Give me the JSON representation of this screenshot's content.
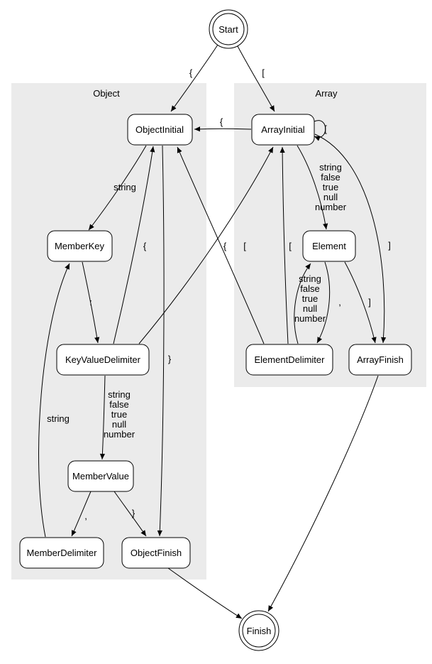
{
  "colors": {
    "background": "#ffffff",
    "cluster_fill": "#ebebeb",
    "node_fill": "#ffffff",
    "stroke": "#000000"
  },
  "clusters": [
    {
      "id": "object",
      "label": "Object"
    },
    {
      "id": "array",
      "label": "Array"
    }
  ],
  "nodes": [
    {
      "id": "start",
      "label": "Start",
      "shape": "doublecircle"
    },
    {
      "id": "object-initial",
      "label": "ObjectInitial",
      "shape": "box"
    },
    {
      "id": "member-key",
      "label": "MemberKey",
      "shape": "box"
    },
    {
      "id": "key-value-delimiter",
      "label": "KeyValueDelimiter",
      "shape": "box"
    },
    {
      "id": "member-value",
      "label": "MemberValue",
      "shape": "box"
    },
    {
      "id": "member-delimiter",
      "label": "MemberDelimiter",
      "shape": "box"
    },
    {
      "id": "object-finish",
      "label": "ObjectFinish",
      "shape": "box"
    },
    {
      "id": "array-initial",
      "label": "ArrayInitial",
      "shape": "box"
    },
    {
      "id": "element",
      "label": "Element",
      "shape": "box"
    },
    {
      "id": "element-delimiter",
      "label": "ElementDelimiter",
      "shape": "box"
    },
    {
      "id": "array-finish",
      "label": "ArrayFinish",
      "shape": "box"
    },
    {
      "id": "finish",
      "label": "Finish",
      "shape": "doublecircle"
    }
  ],
  "edges": [
    {
      "from": "Start",
      "to": "ObjectInitial",
      "label": "{"
    },
    {
      "from": "Start",
      "to": "ArrayInitial",
      "label": "["
    },
    {
      "from": "ArrayInitial",
      "to": "ObjectInitial",
      "label": "{"
    },
    {
      "from": "ArrayInitial",
      "to": "ArrayInitial",
      "label": "["
    },
    {
      "from": "ArrayInitial",
      "to": "Element",
      "label_lines": [
        "string",
        "false",
        "true",
        "null",
        "number"
      ]
    },
    {
      "from": "ArrayInitial",
      "to": "ArrayFinish",
      "label": "]"
    },
    {
      "from": "ObjectInitial",
      "to": "MemberKey",
      "label": "string"
    },
    {
      "from": "ObjectInitial",
      "to": "ObjectFinish",
      "label": "}"
    },
    {
      "from": "MemberKey",
      "to": "KeyValueDelimiter",
      "label": ":"
    },
    {
      "from": "KeyValueDelimiter",
      "to": "MemberValue",
      "label_lines": [
        "string",
        "false",
        "true",
        "null",
        "number"
      ]
    },
    {
      "from": "KeyValueDelimiter",
      "to": "ObjectInitial",
      "label": "{"
    },
    {
      "from": "KeyValueDelimiter",
      "to": "ArrayInitial",
      "label": "["
    },
    {
      "from": "MemberValue",
      "to": "MemberDelimiter",
      "label": ","
    },
    {
      "from": "MemberValue",
      "to": "ObjectFinish",
      "label": "}"
    },
    {
      "from": "MemberDelimiter",
      "to": "MemberKey",
      "label": "string"
    },
    {
      "from": "Element",
      "to": "ElementDelimiter",
      "label": ","
    },
    {
      "from": "Element",
      "to": "ArrayFinish",
      "label": "]"
    },
    {
      "from": "ElementDelimiter",
      "to": "Element",
      "label_lines": [
        "string",
        "false",
        "true",
        "null",
        "number"
      ]
    },
    {
      "from": "ElementDelimiter",
      "to": "ObjectInitial",
      "label": "{"
    },
    {
      "from": "ElementDelimiter",
      "to": "ArrayInitial",
      "label": "["
    },
    {
      "from": "ObjectFinish",
      "to": "Finish",
      "label": ""
    },
    {
      "from": "ArrayFinish",
      "to": "Finish",
      "label": ""
    }
  ]
}
